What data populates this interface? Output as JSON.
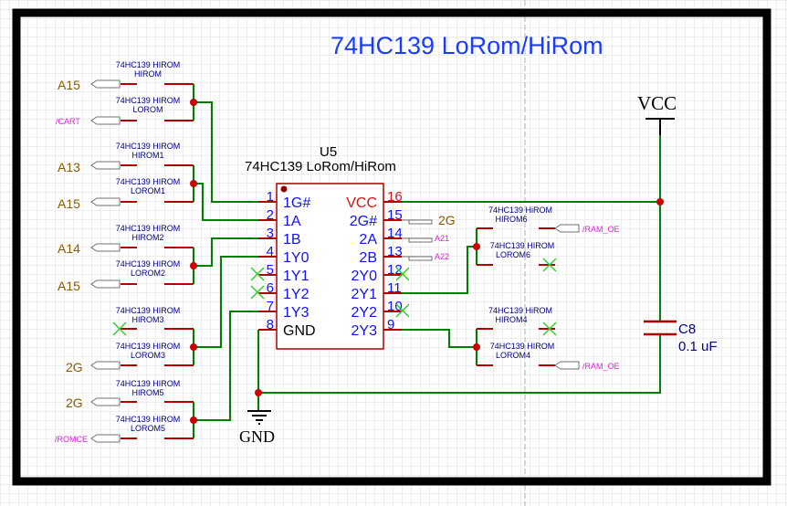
{
  "title": "74HC139 LoRom/HiRom",
  "colors": {
    "wire": "#008000",
    "pin": "#b00000",
    "pin_number": "#1010ff",
    "power_pin": "#e01010",
    "net_label": "#8b5a00",
    "port_text": "#e020e0",
    "component_text": "#000080",
    "title": "#1a3cff",
    "frame": "#000000",
    "grid": "#dcdcdc",
    "junction": "#cc0000",
    "no_connect": "#33cc33"
  },
  "u5": {
    "ref": "U5",
    "value": "74HC139 LoRom/HiRom",
    "left_pins": [
      {
        "num": "1",
        "name": "1G#"
      },
      {
        "num": "2",
        "name": "1A"
      },
      {
        "num": "3",
        "name": "1B"
      },
      {
        "num": "4",
        "name": "1Y0"
      },
      {
        "num": "5",
        "name": "1Y1"
      },
      {
        "num": "6",
        "name": "1Y2"
      },
      {
        "num": "7",
        "name": "1Y3"
      },
      {
        "num": "8",
        "name": "GND"
      }
    ],
    "right_pins": [
      {
        "num": "16",
        "name": "VCC"
      },
      {
        "num": "15",
        "name": "2G#"
      },
      {
        "num": "14",
        "name": "2A"
      },
      {
        "num": "13",
        "name": "2B"
      },
      {
        "num": "12",
        "name": "2Y0"
      },
      {
        "num": "11",
        "name": "2Y1"
      },
      {
        "num": "10",
        "name": "2Y2"
      },
      {
        "num": "9",
        "name": "2Y3"
      }
    ]
  },
  "c8": {
    "ref": "C8",
    "value": "0.1 uF"
  },
  "power": {
    "vcc": "VCC",
    "gnd": "GND"
  },
  "nets": {
    "a15": "A15",
    "a13": "A13",
    "a14": "A14",
    "g2": "2G",
    "a21": "A21",
    "a22": "A22"
  },
  "ports": {
    "cart": "/CART",
    "ram_oe": "/RAM_OE",
    "romce": "/ROMCE"
  },
  "jumpers": {
    "hirom": [
      "74HC139 HIROM",
      "HIROM"
    ],
    "lorom": [
      "74HC139 HIROM",
      "LOROM"
    ],
    "hirom1": [
      "74HC139 HIROM",
      "HIROM1"
    ],
    "lorom1": [
      "74HC139 HIROM",
      "LOROM1"
    ],
    "hirom2": [
      "74HC139 HIROM",
      "HIROM2"
    ],
    "lorom2": [
      "74HC139 HIROM",
      "LOROM2"
    ],
    "hirom3": [
      "74HC139 HIROM",
      "HIROM3"
    ],
    "lorom3": [
      "74HC139 HIROM",
      "LOROM3"
    ],
    "hirom5": [
      "74HC139 HIROM",
      "HIROM5"
    ],
    "lorom5": [
      "74HC139 HIROM",
      "LOROM5"
    ],
    "hirom6": [
      "74HC139 HiROM",
      "HIROM6"
    ],
    "lorom6": [
      "74HC139 HIROM",
      "LOROM6"
    ],
    "hirom4": [
      "74HC139 HiROM",
      "HIROM4"
    ],
    "lorom4": [
      "74HC139 HIROM",
      "LOROM4"
    ]
  }
}
